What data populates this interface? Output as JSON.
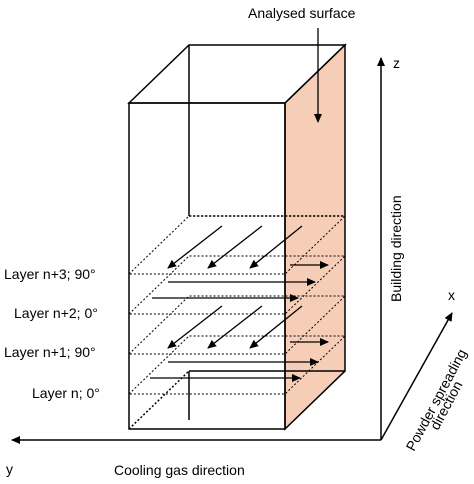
{
  "labels": {
    "analysed_surface": "Analysed surface",
    "z_axis": "z",
    "x_axis": "x",
    "y_axis": "y",
    "building_direction": "Building direction",
    "powder_line1": "Powder spreading",
    "powder_line2": "direction",
    "cooling_gas": "Cooling gas direction"
  },
  "layers": [
    {
      "label": "Layer n+3; 90°",
      "orientation_deg": 90
    },
    {
      "label": "Layer n+2; 0°",
      "orientation_deg": 0
    },
    {
      "label": "Layer n+1; 90°",
      "orientation_deg": 90
    },
    {
      "label": "Layer n; 0°",
      "orientation_deg": 0
    }
  ],
  "colors": {
    "analysed_face": "#f6cdb6",
    "stroke": "#000000",
    "arrow_on_face": "#8b1a1a"
  }
}
